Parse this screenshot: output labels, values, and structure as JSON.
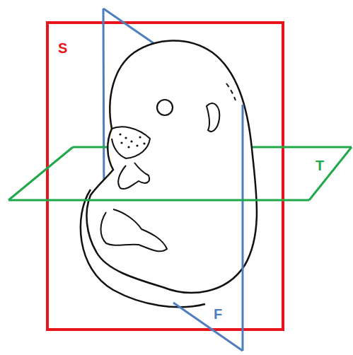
{
  "diagram": {
    "labels": [
      "S",
      "T",
      "F"
    ]
  }
}
